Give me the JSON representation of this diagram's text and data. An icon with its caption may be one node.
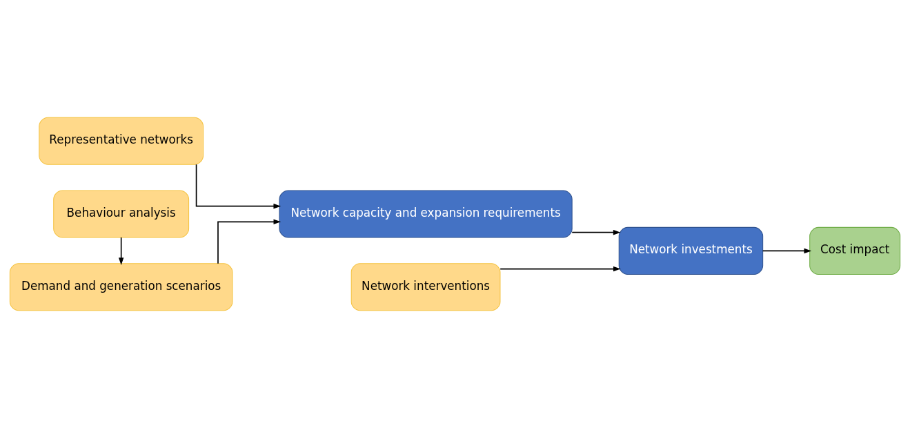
{
  "diagram": {
    "nodes": [
      {
        "text": [
          "Representative networks"
        ]
      },
      {
        "text": [
          "Network capacity and expansion requirements"
        ]
      },
      {
        "text": [
          "Network investments"
        ]
      },
      {
        "text": [
          "Cost impact"
        ]
      },
      {
        "text": [
          "Demand and generation scenarios"
        ]
      },
      {
        "text": [
          "Network interventions"
        ]
      },
      {
        "text": [
          "Behaviour analysis"
        ]
      }
    ],
    "edges": [
      {
        "from": 0,
        "to": 1,
        "arrow": "to"
      },
      {
        "from": 4,
        "to": 1,
        "arrow": "to"
      },
      {
        "from": 1,
        "to": 2,
        "arrow": "to"
      },
      {
        "from": 5,
        "to": 2,
        "arrow": "to"
      },
      {
        "from": 2,
        "to": 3,
        "arrow": "to"
      },
      {
        "from": 6,
        "to": 4,
        "arrow": "to"
      }
    ]
  }
}
